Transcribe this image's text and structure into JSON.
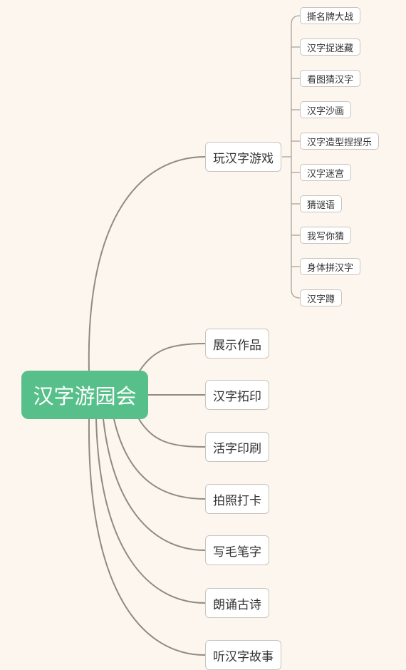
{
  "root": {
    "label": "汉字游园会"
  },
  "game_branch": {
    "label": "玩汉字游戏",
    "children": [
      "撕名牌大战",
      "汉字捉迷藏",
      "看图猜汉字",
      "汉字沙画",
      "汉字造型捏捏乐",
      "汉字迷宫",
      "猜谜语",
      "我写你猜",
      "身体拼汉字",
      "汉字蹲"
    ]
  },
  "branches": [
    "展示作品",
    "汉字拓印",
    "活字印刷",
    "拍照打卡",
    "写毛笔字",
    "朗诵古诗",
    "听汉字故事"
  ],
  "colors": {
    "root": "#57c08a",
    "background": "#fdf6ef",
    "line": "#8f8a82",
    "node_border": "#c9c4bd"
  }
}
